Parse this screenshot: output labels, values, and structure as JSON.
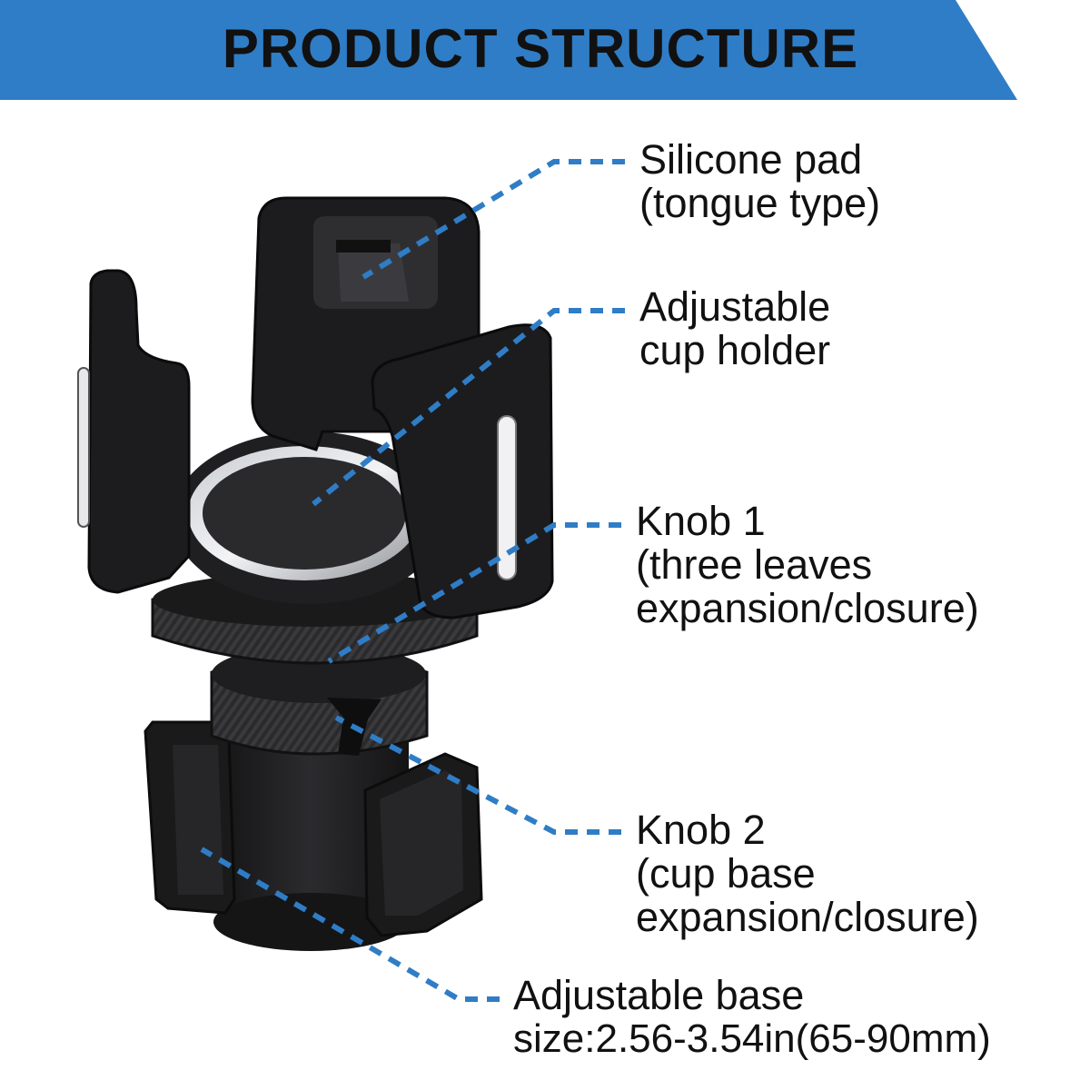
{
  "header": {
    "title": "PRODUCT STRUCTURE",
    "banner_color": "#2f7dc6"
  },
  "callouts": [
    {
      "id": "silicone-pad",
      "lines": [
        "Silicone pad",
        "(tongue type)"
      ]
    },
    {
      "id": "cup-holder",
      "lines": [
        "Adjustable",
        "cup holder"
      ]
    },
    {
      "id": "knob-1",
      "lines": [
        "Knob 1",
        "(three leaves",
        "expansion/closure)"
      ]
    },
    {
      "id": "knob-2",
      "lines": [
        "Knob 2",
        "(cup base",
        "expansion/closure)"
      ]
    },
    {
      "id": "base",
      "lines": [
        "Adjustable base",
        "size:2.56-3.54in(65-90mm)"
      ]
    }
  ],
  "colors": {
    "leader": "#2f7dc6",
    "product_body": "#1c1c1e",
    "text": "#111111"
  }
}
